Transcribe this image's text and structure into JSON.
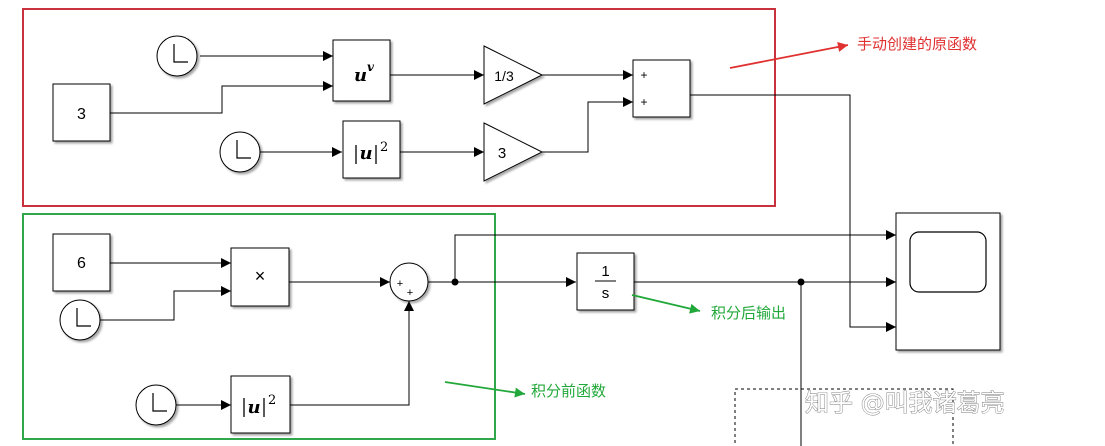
{
  "annotations": {
    "manual_function": "手动创建的原函数",
    "after_integration": "积分后输出",
    "before_integration": "积分前函数"
  },
  "blocks": {
    "const_top": "3",
    "power_u": "u",
    "power_v": "v",
    "gain_third": "1/3",
    "sum_plus_1": "+",
    "sum_plus_2": "+",
    "abs_sq_u": "u",
    "abs_sq_exp": "2",
    "gain_three": "3",
    "const_bottom": "6",
    "product_symbol": "×",
    "sum2_plus_1": "+",
    "sum2_plus_2": "+",
    "integrator_num": "1",
    "integrator_den": "s"
  },
  "watermark": "知乎 @叫我诸葛亮",
  "colors": {
    "red_frame": "#c8323c",
    "green_frame": "#2fa74a",
    "red_text": "#e03030",
    "green_text": "#22a83a"
  }
}
